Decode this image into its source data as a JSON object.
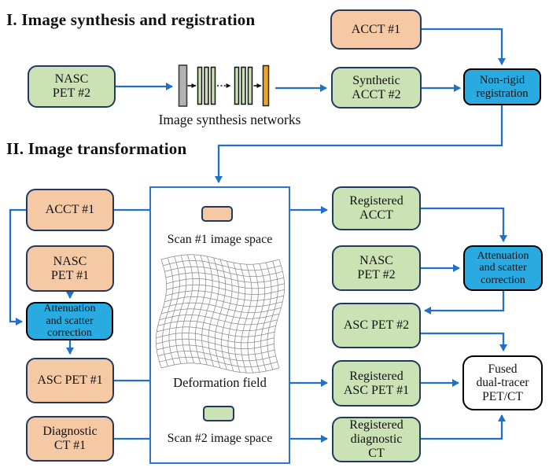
{
  "colors": {
    "peach_fill": "#f6c9a5",
    "green_fill": "#cbe2b5",
    "cyan_fill": "#29abe2",
    "navy_border": "#1f3864",
    "black_border": "#000000",
    "arrow_blue": "#2171c7",
    "field_box_border": "#2e74d6",
    "network_gray_bar": "#b3b3b3",
    "network_green_bar": "#c9dfb4",
    "network_orange_bar": "#eda428",
    "grid_line": "#8a8a8a"
  },
  "sections": {
    "synthesis": {
      "title": "I. Image synthesis and registration",
      "network_caption": "Image synthesis networks",
      "nodes": {
        "nasc_pet_2": "NASC\nPET #2",
        "acct_1": "ACCT #1",
        "synthetic_acct_2": "Synthetic\nACCT #2",
        "non_rigid_registration": "Non-rigid\nregistration"
      }
    },
    "transformation": {
      "title": "II. Image transformation",
      "left_nodes": {
        "acct_1": "ACCT #1",
        "nasc_pet_1": "NASC\nPET #1",
        "attenuation_scatter_correction": "Attenuation\nand scatter\ncorrection",
        "asc_pet_1": "ASC PET #1",
        "diagnostic_ct_1": "Diagnostic\nCT #1"
      },
      "field_box": {
        "scan1_label": "Scan #1 image space",
        "deformation_label": "Deformation field",
        "scan2_label": "Scan #2 image space"
      },
      "right_nodes": {
        "registered_acct": "Registered\nACCT",
        "nasc_pet_2": "NASC\nPET #2",
        "attenuation_scatter_correction": "Attenuation\nand scatter\ncorrection",
        "asc_pet_2": "ASC PET #2",
        "registered_asc_pet_1": "Registered\nASC PET #1",
        "registered_diagnostic_ct": "Registered\ndiagnostic\nCT",
        "fused_dual_tracer_pet_ct": "Fused\ndual-tracer\nPET/CT"
      }
    }
  }
}
